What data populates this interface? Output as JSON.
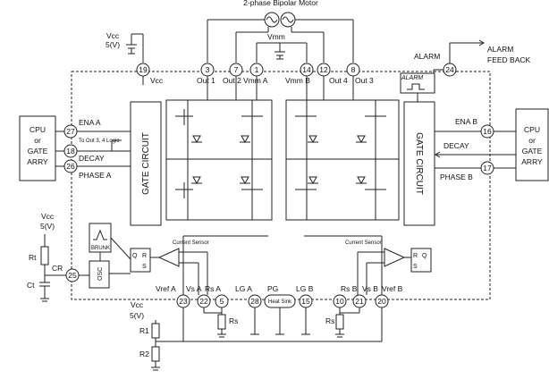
{
  "title": "2-phase Bipolar Motor",
  "vcc_top": {
    "name": "Vcc",
    "value": "5(V)"
  },
  "vcc_left": {
    "name": "Vcc",
    "value": "5(V)"
  },
  "vcc_bottom": {
    "name": "Vcc",
    "value": "5(V)"
  },
  "vmm_label": "Vmm",
  "alarm": {
    "label": "ALARM",
    "out": "ALARM",
    "feed": "FEED BACK",
    "box_label": "ALARM"
  },
  "cpu_left": [
    "CPU",
    "or",
    "GATE",
    "ARRY"
  ],
  "cpu_right": [
    "CPU",
    "or",
    "GATE",
    "ARRY"
  ],
  "gate_circuit": "GATE CIRCUIT",
  "to_out_note": "To Out 3, 4 Logic",
  "current_sensor": "Current Sensor",
  "brunk": "BRUNK",
  "osc": "OSC",
  "qrs": {
    "q": "Q",
    "r": "R",
    "s": "S"
  },
  "heat_sink": "Heat Sink",
  "pins_top": [
    {
      "num": "19",
      "label": "Vcc"
    },
    {
      "num": "3",
      "label": "Out 1"
    },
    {
      "num": "7",
      "label": "Out 2"
    },
    {
      "num": "1",
      "label": "Vmm A"
    },
    {
      "num": "14",
      "label": "Vmm B"
    },
    {
      "num": "12",
      "label": "Out 4"
    },
    {
      "num": "8",
      "label": "Out 3"
    },
    {
      "num": "24",
      "label": "ALARM"
    }
  ],
  "pins_left": [
    {
      "num": "27",
      "label": "ENA A"
    },
    {
      "num": "18",
      "label": "DECAY"
    },
    {
      "num": "26",
      "label": "PHASE A"
    }
  ],
  "pins_right": [
    {
      "num": "16",
      "label": "ENA B"
    },
    {
      "num": "17",
      "label": "PHASE B"
    },
    {
      "label": "DECAY"
    }
  ],
  "pin_cr": {
    "num": "25",
    "label": "CR"
  },
  "pins_bottom": [
    {
      "num": "23",
      "label": "Vref A"
    },
    {
      "num": "22",
      "label": "Vs A"
    },
    {
      "num": "5",
      "label": "Rs A"
    },
    {
      "num": "28",
      "label": "LG A"
    },
    {
      "num": "15",
      "label": "LG B"
    },
    {
      "num": "10",
      "label": "Rs B"
    },
    {
      "num": "21",
      "label": "Vs B"
    },
    {
      "num": "20",
      "label": "Vref B"
    }
  ],
  "pg_label": "PG",
  "components": {
    "rt": "Rt",
    "ct": "Ct",
    "rs_a": "Rs",
    "rs_b": "Rs",
    "r1": "R1",
    "r2": "R2"
  }
}
